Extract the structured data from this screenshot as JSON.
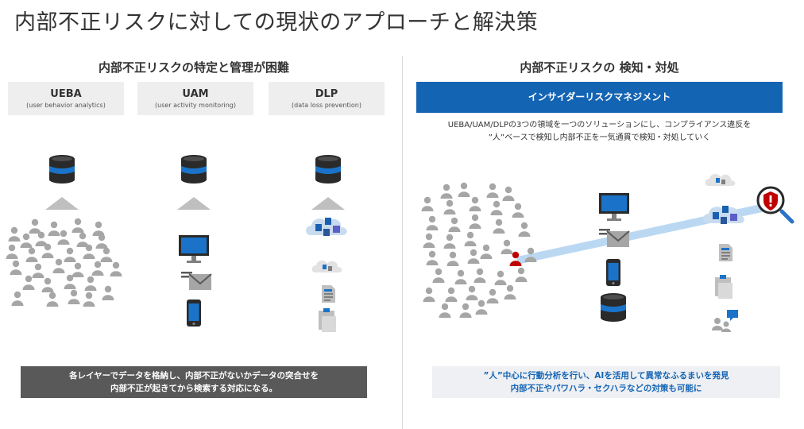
{
  "page_title": "内部不正リスクに対しての現状のアプローチと解決策",
  "left": {
    "heading": "内部不正リスクの特定と管理が困難",
    "tools": [
      {
        "name": "UEBA",
        "subtitle": "(user behavior analytics)"
      },
      {
        "name": "UAM",
        "subtitle": "(user activity monitoring)"
      },
      {
        "name": "DLP",
        "subtitle": "(data loss prevention)"
      }
    ],
    "summary_line1": "各レイヤーでデータを格納し、内部不正がないかデータの突合せを",
    "summary_line2": "内部不正が起きてから検索する対応になる。"
  },
  "right": {
    "heading": "内部不正リスクの 検知・対処",
    "banner": "インサイダーリスクマネジメント",
    "description_line1": "UEBA/UAM/DLPの3つの領域を一つのソリューションにし、コンプライアンス違反を",
    "description_line2": "”人”ベースで検知し内部不正を一気通貫で検知・対処していく",
    "summary_line1": "”人”中心に行動分析を行い、AIを活用して異常なふるまいを発見",
    "summary_line2": "内部不正やパワハラ・セクハラなどの対策も可能に"
  },
  "icons": {
    "database": "database-icon",
    "people": "person-icon",
    "monitor": "monitor-icon",
    "email": "email-icon",
    "phone": "phone-icon",
    "cloud": "cloud-apps-icon",
    "document": "document-icon",
    "clipboard": "clipboard-icon",
    "chat_users": "chat-users-icon",
    "alert": "alert-search-icon"
  },
  "colors": {
    "accent_blue": "#1464b4",
    "icon_blue": "#1a73c8",
    "person_gray": "#a6a6a6",
    "insider_red": "#c00000",
    "dark_box": "#595959"
  }
}
